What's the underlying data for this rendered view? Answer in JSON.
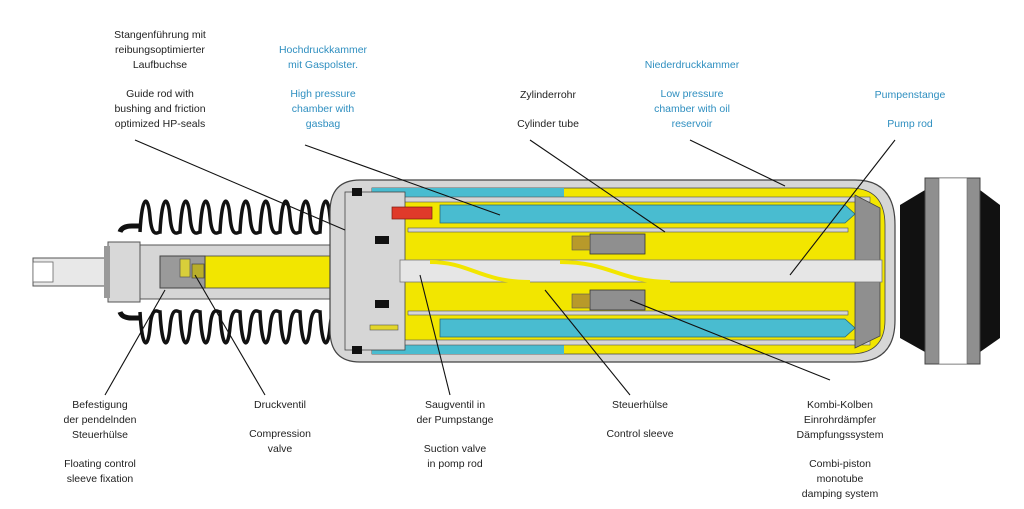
{
  "title": "Shock absorber cross-section with pump rod (self-levelling damper)",
  "colors": {
    "oil_yellow": "#f2e600",
    "gas_blue": "#49bcd0",
    "steel_light": "#d6d6d6",
    "steel_dark": "#8f8f8f",
    "rubber": "#111111",
    "valve_red": "#e03a2a",
    "label_black": "#222222",
    "label_blue": "#2f8fc0"
  },
  "labels": {
    "guide_rod": {
      "de": [
        "Stangenführung mit",
        "reibungsoptimierter",
        "Laufbuchse"
      ],
      "en": [
        "Guide rod with",
        "bushing and friction",
        "optimized HP-seals"
      ]
    },
    "high_pressure": {
      "de": [
        "Hochdruckkammer",
        "mit Gaspolster."
      ],
      "en": [
        "High pressure",
        "chamber with",
        "gasbag"
      ]
    },
    "low_pressure": {
      "de": [
        "Niederdruckkammer"
      ],
      "en": [
        "Low pressure",
        "chamber with oil",
        "reservoir"
      ]
    },
    "cylinder_tube": {
      "de": [
        "Zylinderrohr"
      ],
      "en": [
        "Cylinder tube"
      ]
    },
    "pump_rod": {
      "de": [
        "Pumpenstange"
      ],
      "en": [
        "Pump rod"
      ]
    },
    "floating_sleeve": {
      "de": [
        "Befestigung",
        "der pendelnden",
        "Steuerhülse"
      ],
      "en": [
        "Floating control",
        "sleeve fixation"
      ]
    },
    "compression_valve": {
      "de": [
        "Druckventil"
      ],
      "en": [
        "Compression",
        "valve"
      ]
    },
    "suction_valve": {
      "de": [
        "Saugventil in",
        "der Pumpstange"
      ],
      "en": [
        "Suction valve",
        "in pomp rod"
      ]
    },
    "control_sleeve": {
      "de": [
        "Steuerhülse"
      ],
      "en": [
        "Control sleeve"
      ]
    },
    "combi_piston": {
      "de": [
        "Kombi-Kolben",
        "Einrohrdämpfer",
        "Dämpfungssystem"
      ],
      "en": [
        "Combi-piston",
        "monotube",
        "damping system"
      ]
    }
  }
}
